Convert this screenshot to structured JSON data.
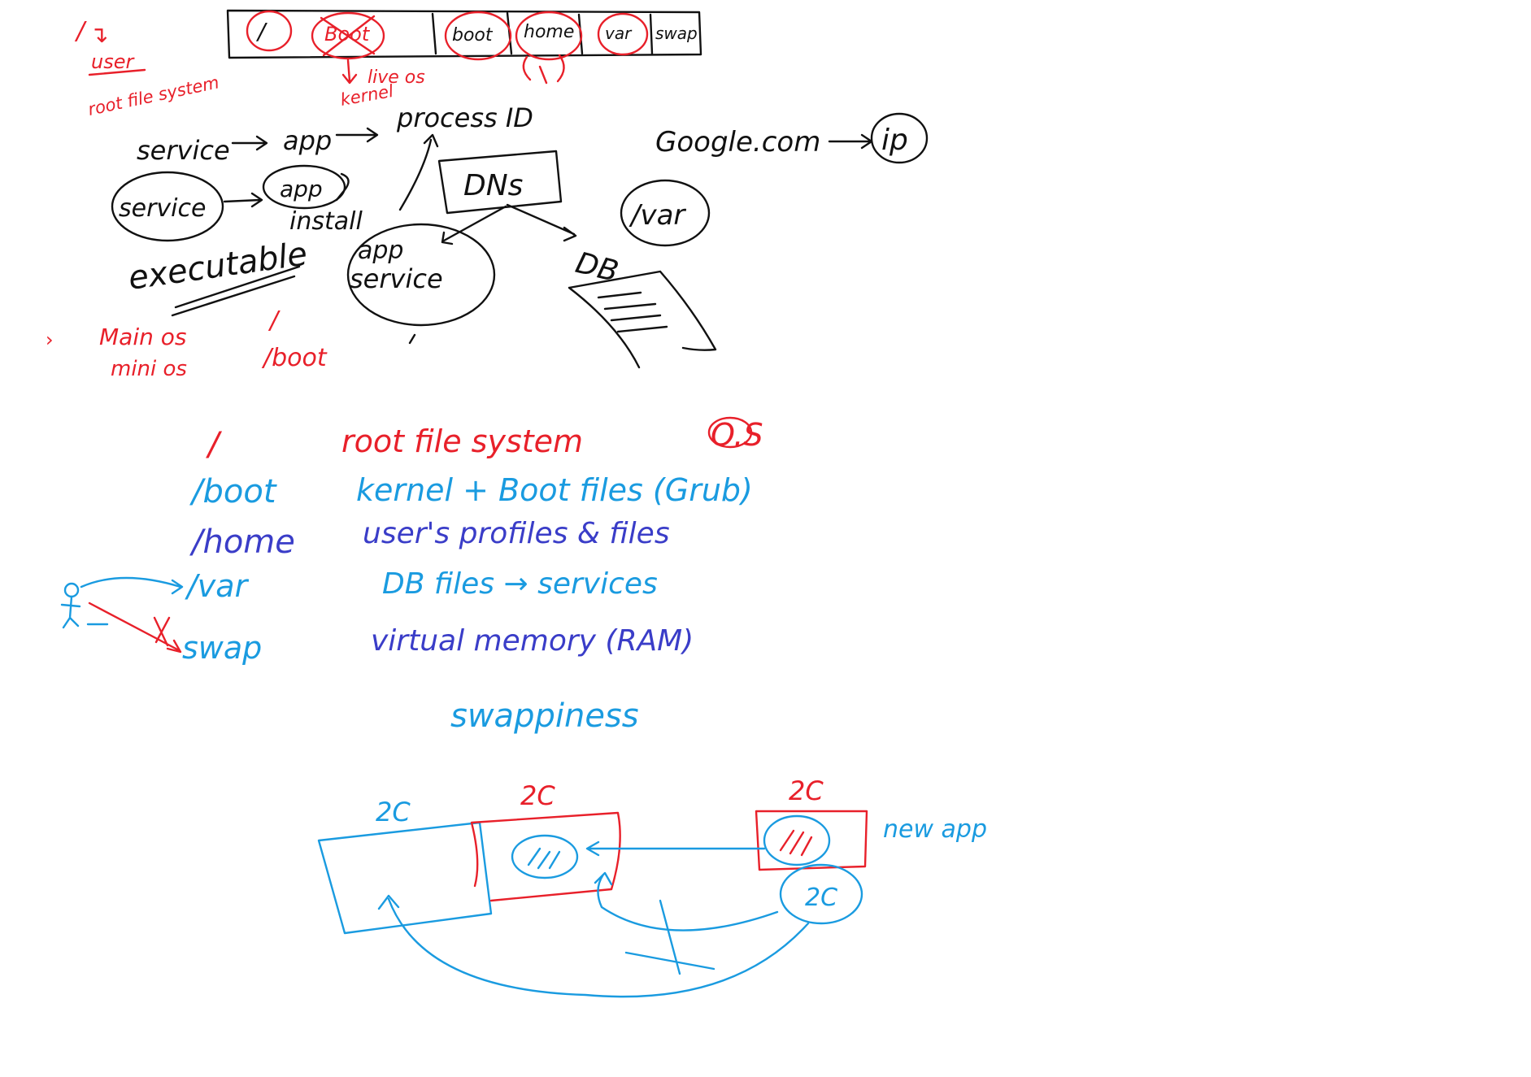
{
  "colors": {
    "black": "#111111",
    "red": "#e8202a",
    "blue": "#1a9be0",
    "navy": "#3a3dc8",
    "background": "#ffffff"
  },
  "partition_bar": {
    "root": "/",
    "boot": "boot",
    "home": "home",
    "var": "var",
    "swap": "swap",
    "crossed_segment": "Boot"
  },
  "top_left_notes": {
    "slash": "/",
    "arrow_glyph": "↴",
    "user": "user",
    "root_fs": "root file system"
  },
  "boot_notes": {
    "live_os": "live os",
    "kernel": "kernel"
  },
  "flow": {
    "service": "service",
    "app": "app",
    "process_id": "process ID",
    "install": "install",
    "executable": "executable",
    "app_service_line1": "app",
    "app_service_line2": "service",
    "dns": "DNs",
    "db": "DB",
    "google": "Google.com",
    "ip": "ip",
    "var_bubble": "/var"
  },
  "os_notes": {
    "main_os": "Main os",
    "main_os_path": "/",
    "mini_os": "mini os",
    "mini_os_path": "/boot"
  },
  "legend": [
    {
      "path": "/",
      "description": "root file system",
      "tag": "O.S",
      "path_color": "red",
      "desc_color": "red"
    },
    {
      "path": "/boot",
      "description": "kernel + Boot files (Grub)",
      "tag": "",
      "path_color": "blue",
      "desc_color": "blue"
    },
    {
      "path": "/home",
      "description": "user's profiles & files",
      "tag": "",
      "path_color": "navy",
      "desc_color": "navy"
    },
    {
      "path": "/var",
      "description": "DB files → services",
      "tag": "",
      "path_color": "blue",
      "desc_color": "blue"
    },
    {
      "path": "swap",
      "description": "virtual memory (RAM)",
      "tag": "",
      "path_color": "blue",
      "desc_color": "navy"
    }
  ],
  "swappiness": "swappiness",
  "memory_diagram": {
    "label_ram": "2C",
    "label_used": "2C",
    "label_new": "2C",
    "label_swap": "2C",
    "new_app": "new app"
  }
}
